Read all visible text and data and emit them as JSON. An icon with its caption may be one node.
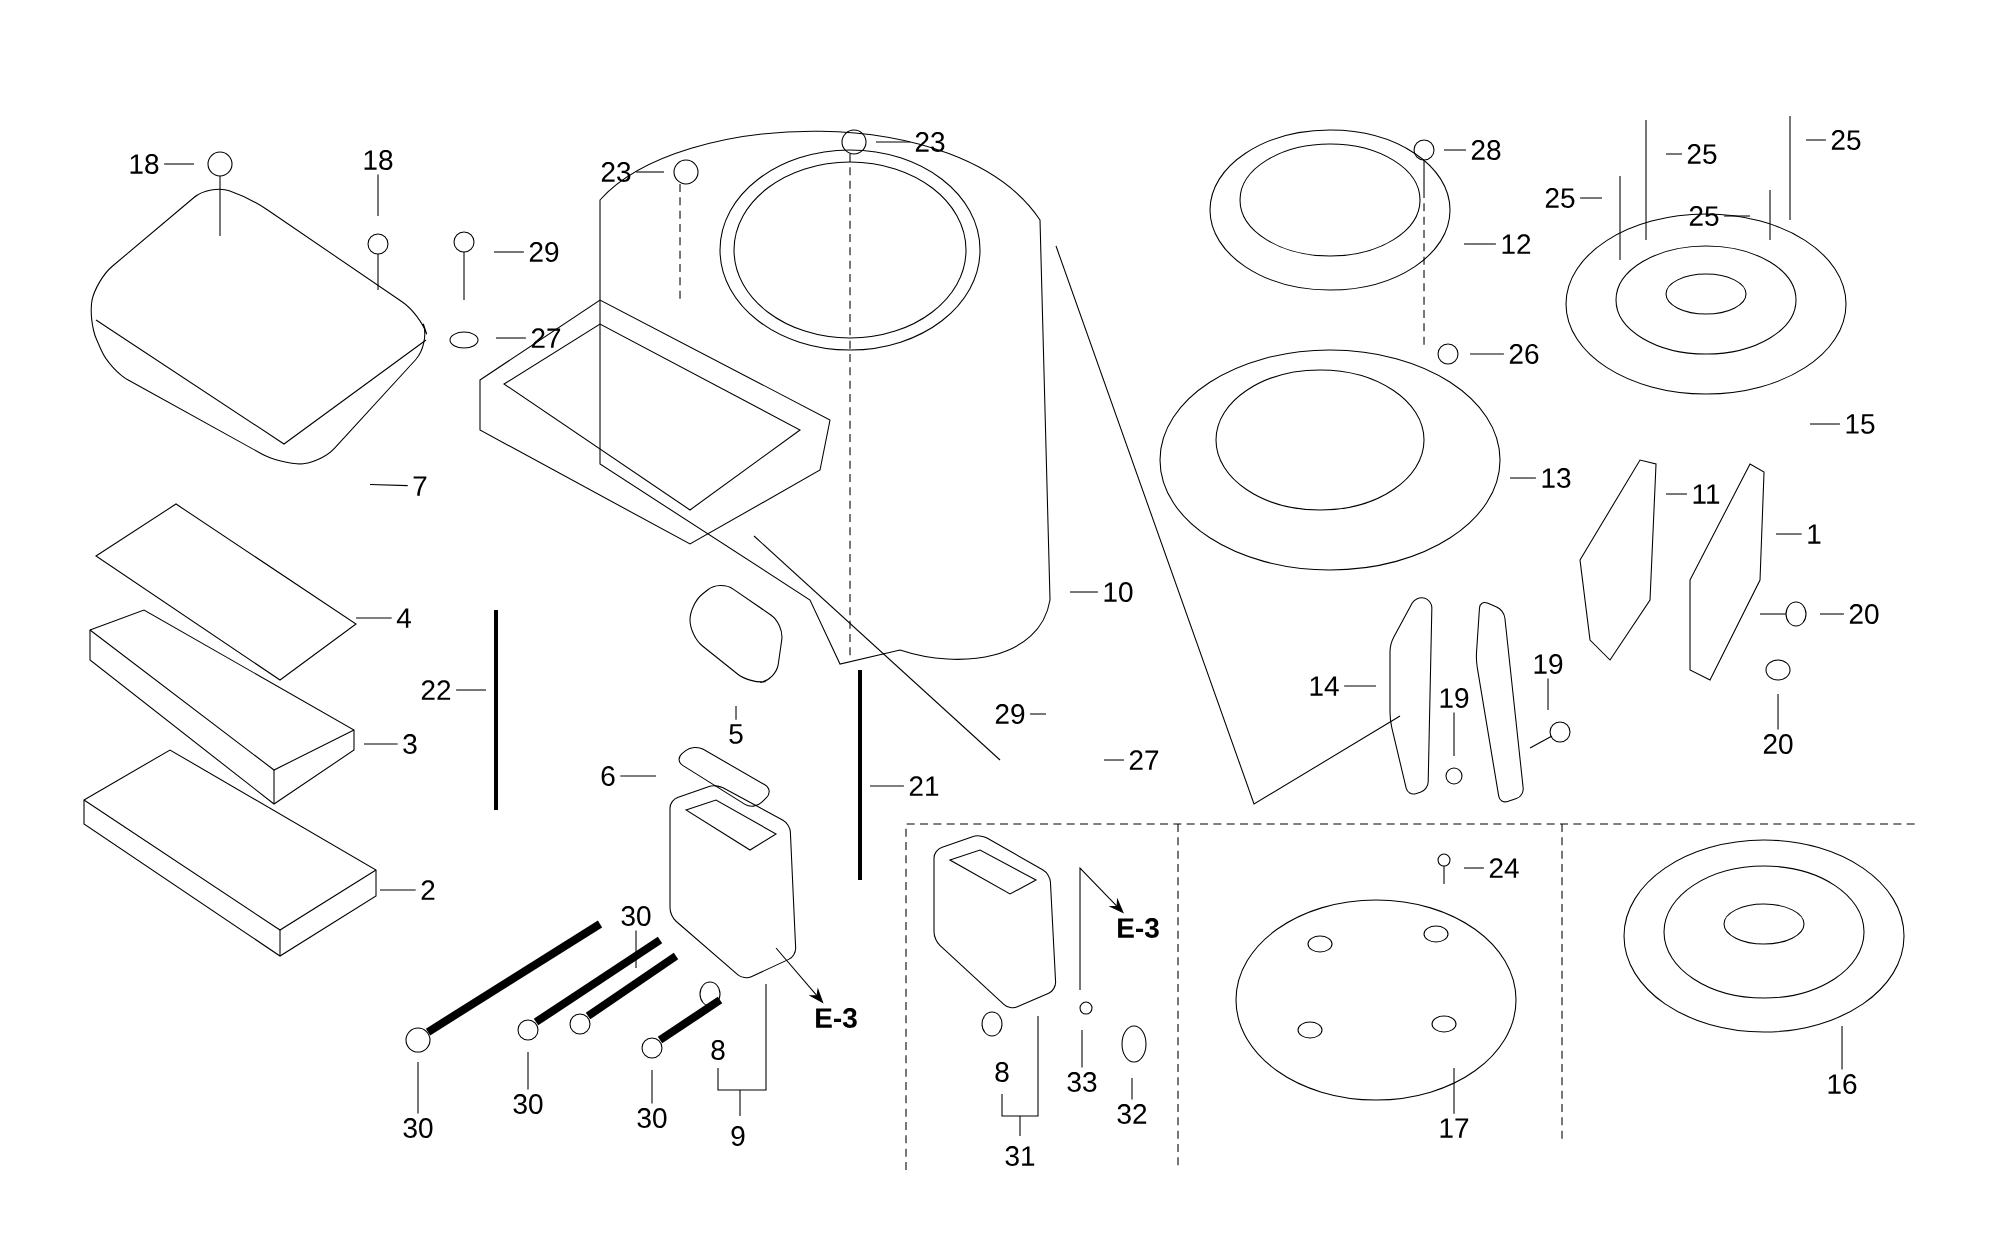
{
  "diagram": {
    "nodes": [
      {
        "text": [
          "18"
        ]
      },
      {
        "text": [
          "18"
        ]
      },
      {
        "text": [
          "29"
        ]
      },
      {
        "text": [
          "27"
        ]
      },
      {
        "text": [
          "23"
        ]
      },
      {
        "text": [
          "23"
        ]
      },
      {
        "text": [
          "7"
        ]
      },
      {
        "text": [
          "4"
        ]
      },
      {
        "text": [
          "3"
        ]
      },
      {
        "text": [
          "2"
        ]
      },
      {
        "text": [
          "22"
        ]
      },
      {
        "text": [
          "5"
        ]
      },
      {
        "text": [
          "6"
        ]
      },
      {
        "text": [
          "21"
        ]
      },
      {
        "text": [
          "28"
        ]
      },
      {
        "text": [
          "12"
        ]
      },
      {
        "text": [
          "26"
        ]
      },
      {
        "text": [
          "13"
        ]
      },
      {
        "text": [
          "10"
        ]
      },
      {
        "text": [
          "29"
        ]
      },
      {
        "text": [
          "27"
        ]
      },
      {
        "text": [
          "25"
        ]
      },
      {
        "text": [
          "25"
        ]
      },
      {
        "text": [
          "25"
        ]
      },
      {
        "text": [
          "25"
        ]
      },
      {
        "text": [
          "15"
        ]
      },
      {
        "text": [
          "11"
        ]
      },
      {
        "text": [
          "1"
        ]
      },
      {
        "text": [
          "20"
        ]
      },
      {
        "text": [
          "20"
        ]
      },
      {
        "text": [
          "14"
        ]
      },
      {
        "text": [
          "19"
        ]
      },
      {
        "text": [
          "19"
        ]
      },
      {
        "text": [
          "E-3"
        ]
      },
      {
        "text": [
          "E-3"
        ]
      },
      {
        "text": [
          "30"
        ]
      },
      {
        "text": [
          "30"
        ]
      },
      {
        "text": [
          "30"
        ]
      },
      {
        "text": [
          "30"
        ]
      },
      {
        "text": [
          "33"
        ]
      },
      {
        "text": [
          "32"
        ]
      },
      {
        "text": [
          "24"
        ]
      },
      {
        "text": [
          "17"
        ]
      },
      {
        "text": [
          "16"
        ]
      }
    ],
    "edges": [
      {
        "from": 0,
        "to": null,
        "arrow": "none"
      },
      {
        "from": 1,
        "to": null,
        "arrow": "none"
      },
      {
        "from": 2,
        "to": null,
        "arrow": "none"
      },
      {
        "from": 3,
        "to": null,
        "arrow": "none"
      },
      {
        "from": 4,
        "to": null,
        "arrow": "none"
      },
      {
        "from": 5,
        "to": null,
        "arrow": "none"
      },
      {
        "from": 6,
        "to": null,
        "arrow": "none"
      },
      {
        "from": 7,
        "to": null,
        "arrow": "none"
      },
      {
        "from": 8,
        "to": null,
        "arrow": "none"
      },
      {
        "from": 9,
        "to": null,
        "arrow": "none"
      },
      {
        "from": 10,
        "to": null,
        "arrow": "none"
      },
      {
        "from": 11,
        "to": null,
        "arrow": "none"
      },
      {
        "from": 12,
        "to": null,
        "arrow": "none"
      },
      {
        "from": 13,
        "to": null,
        "arrow": "none"
      },
      {
        "from": 14,
        "to": null,
        "arrow": "none"
      },
      {
        "from": 15,
        "to": null,
        "arrow": "none"
      },
      {
        "from": 16,
        "to": null,
        "arrow": "none"
      },
      {
        "from": 17,
        "to": null,
        "arrow": "none"
      },
      {
        "from": 18,
        "to": null,
        "arrow": "none"
      },
      {
        "from": 19,
        "to": null,
        "arrow": "none"
      },
      {
        "from": 20,
        "to": null,
        "arrow": "none"
      },
      {
        "from": 21,
        "to": null,
        "arrow": "none"
      },
      {
        "from": 22,
        "to": null,
        "arrow": "none"
      },
      {
        "from": 23,
        "to": null,
        "arrow": "none"
      },
      {
        "from": 24,
        "to": null,
        "arrow": "none"
      },
      {
        "from": 25,
        "to": null,
        "arrow": "none"
      },
      {
        "from": 26,
        "to": null,
        "arrow": "none"
      },
      {
        "from": 27,
        "to": null,
        "arrow": "none"
      },
      {
        "from": 28,
        "to": null,
        "arrow": "none"
      },
      {
        "from": 29,
        "to": null,
        "arrow": "none"
      },
      {
        "from": 30,
        "to": null,
        "arrow": "none"
      },
      {
        "from": 31,
        "to": null,
        "arrow": "none"
      },
      {
        "from": 32,
        "to": null,
        "arrow": "none"
      },
      {
        "from": null,
        "to": 33,
        "arrow": "to"
      },
      {
        "from": null,
        "to": 34,
        "arrow": "to"
      },
      {
        "from": 35,
        "to": null,
        "arrow": "none"
      },
      {
        "from": 36,
        "to": null,
        "arrow": "none"
      },
      {
        "from": 37,
        "to": null,
        "arrow": "none"
      },
      {
        "from": 38,
        "to": null,
        "arrow": "none"
      },
      {
        "from": 39,
        "to": null,
        "arrow": "none"
      },
      {
        "from": 40,
        "to": null,
        "arrow": "none"
      },
      {
        "from": 41,
        "to": null,
        "arrow": "none"
      },
      {
        "from": 42,
        "to": null,
        "arrow": "none"
      },
      {
        "from": 43,
        "to": null,
        "arrow": "none"
      }
    ],
    "labels": [
      "8",
      "9",
      "8",
      "31"
    ]
  }
}
